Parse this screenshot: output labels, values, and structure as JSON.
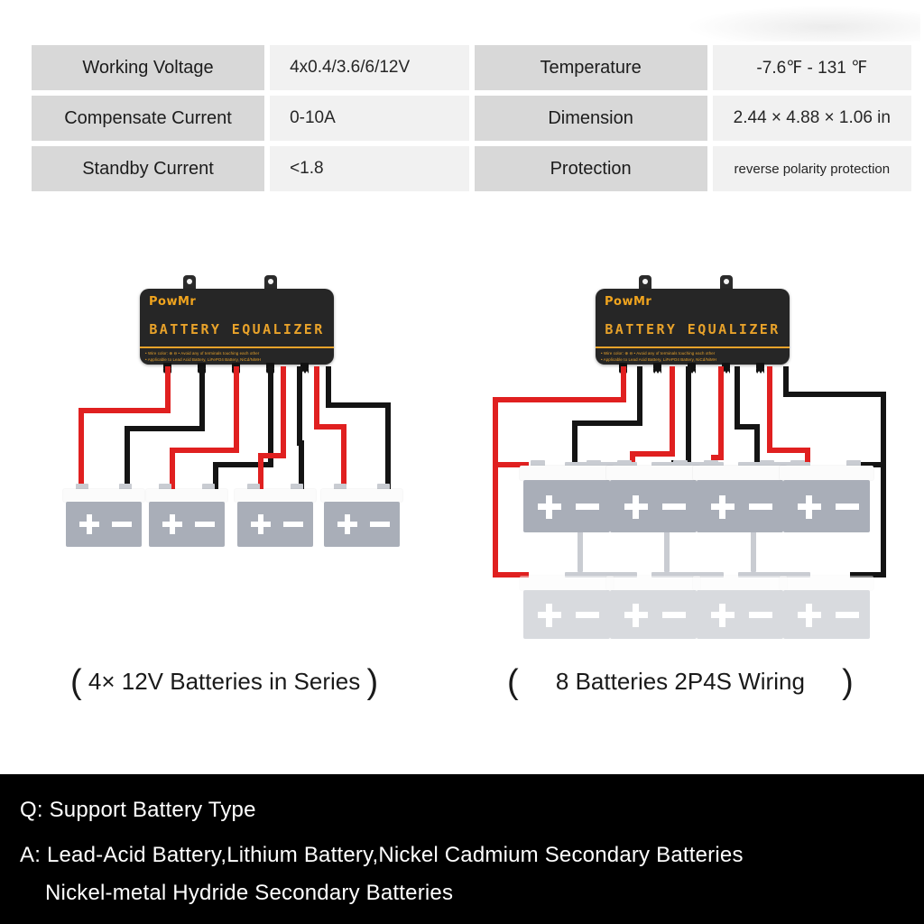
{
  "spec_table": {
    "rows": [
      {
        "label_left": "Working Voltage",
        "value_left": "4x0.4/3.6/6/12V",
        "label_right": "Temperature",
        "value_right": "-7.6℉ - 131 ℉"
      },
      {
        "label_left": "Compensate Current",
        "value_left": "0-10A",
        "label_right": "Dimension",
        "value_right": "2.44 × 4.88 × 1.06 in"
      },
      {
        "label_left": "Standby Current",
        "value_left": "<1.8",
        "label_right": "Protection",
        "value_right": "reverse polarity protection"
      }
    ]
  },
  "device": {
    "brand": "PowMr",
    "title": "BATTERY EQUALIZER",
    "fine_print_line1": "• Wire color: ⊕  ⊖    • Avoid any of terminals touching each other",
    "fine_print_line2": "• Applicable to Lead Acid Battery, LiFePO4 Battery, NiCd/NiMH"
  },
  "diagrams": {
    "left": {
      "caption_open": "(",
      "caption_text": "4× 12V Batteries in Series",
      "caption_close": ")",
      "battery_count": 4,
      "battery_symbol_plus": "+",
      "battery_symbol_minus": "−"
    },
    "right": {
      "caption_open": "(",
      "caption_text": "8 Batteries  2P4S Wiring",
      "caption_close": ")",
      "battery_count": 8,
      "battery_symbol_plus": "+",
      "battery_symbol_minus": "−"
    }
  },
  "footer": {
    "question": "Q: Support Battery Type",
    "answer_line1": "A: Lead-Acid Battery,Lithium Battery,Nickel Cadmium Secondary Batteries",
    "answer_line2": "Nickel-metal Hydride Secondary Batteries"
  },
  "colors": {
    "accent": "#e8a22a",
    "wire_positive": "#e02020",
    "wire_negative": "#141414",
    "battery_body": "#a9aeb8",
    "label_cell": "#d8d8d8",
    "value_cell": "#f1f1f1",
    "footer_bg": "#000000"
  }
}
